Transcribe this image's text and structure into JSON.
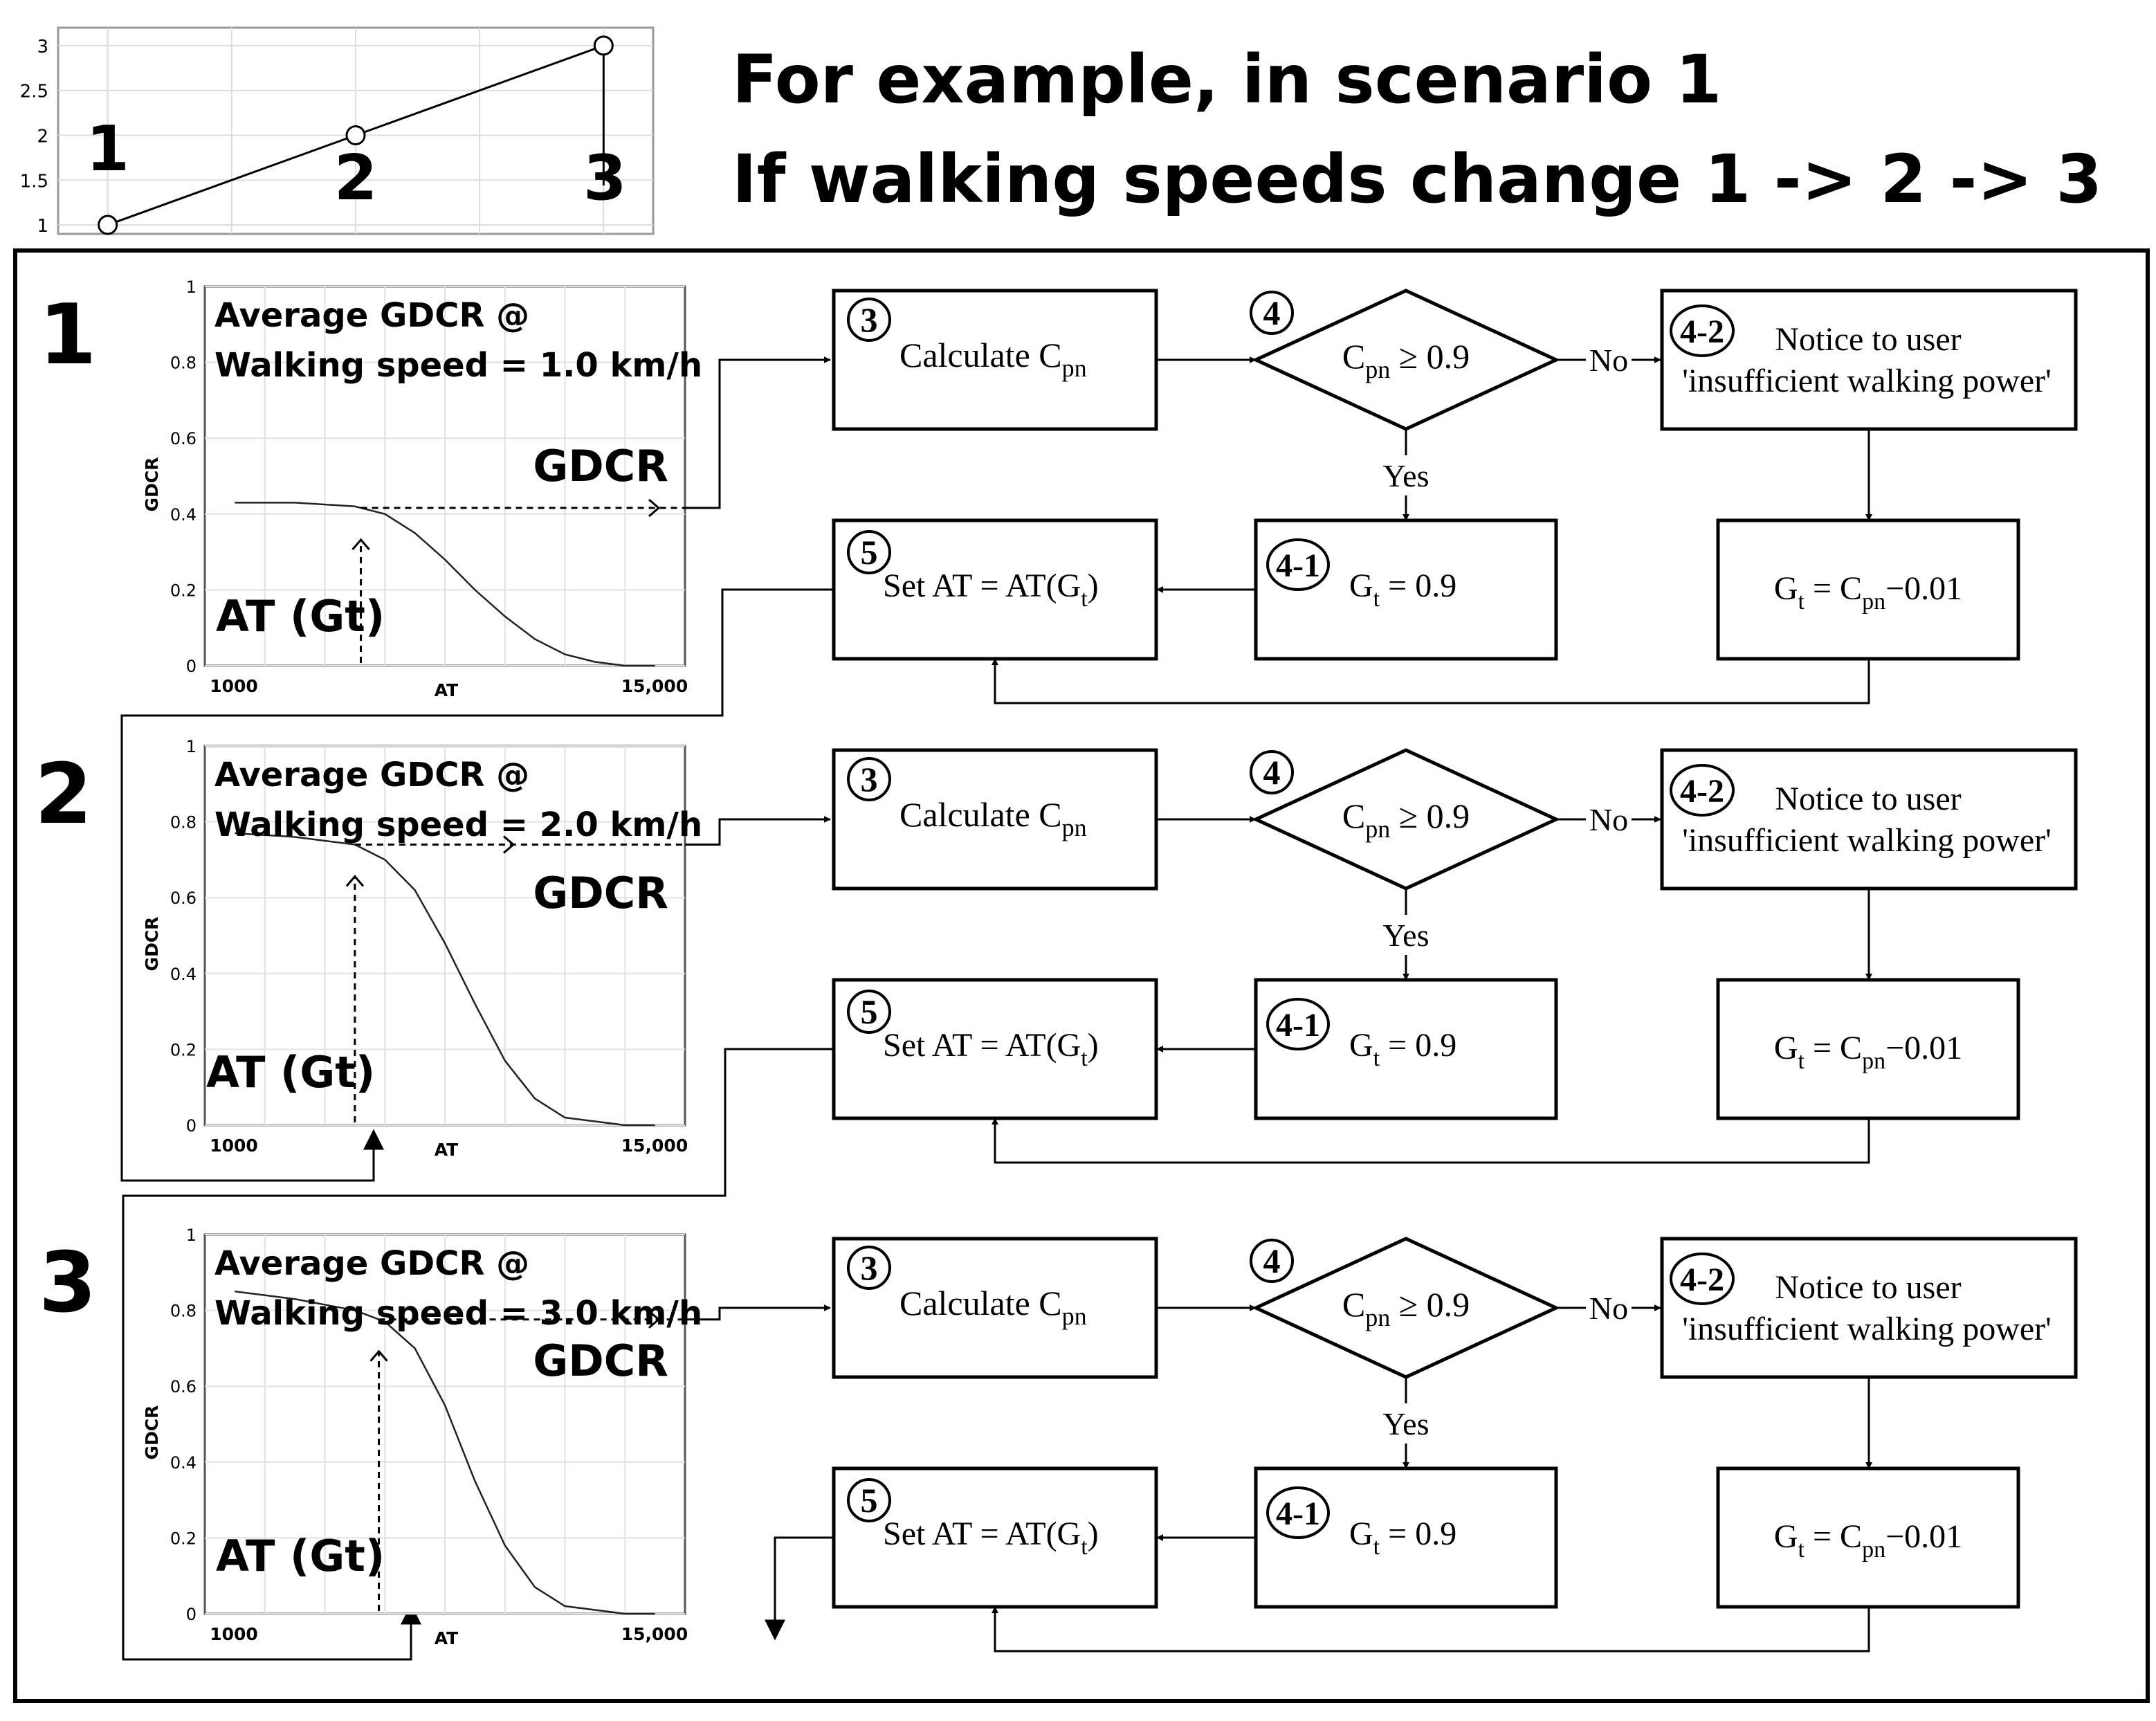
{
  "header": {
    "line1": "For example, in scenario 1",
    "line2": "If walking speeds change 1 -> 2 -> 3"
  },
  "mini_chart": {
    "yticks": [
      "3",
      "2.5",
      "2",
      "1.5",
      "1"
    ],
    "point_labels": [
      "1",
      "2",
      "3"
    ]
  },
  "chart_data": [
    {
      "type": "line",
      "x": [
        1,
        2,
        3,
        3
      ],
      "y": [
        1,
        2,
        3,
        3
      ],
      "ylim": [
        0.9,
        3.2
      ],
      "xlim": [
        0.8,
        3.2
      ],
      "yticks": [
        1,
        1.5,
        2,
        2.5,
        3
      ],
      "grid": true,
      "xlabel": "",
      "ylabel": "",
      "title": ""
    },
    {
      "type": "line",
      "title": "Average GDCR @ Walking speed = 1.0 km/h",
      "xlabel": "AT",
      "ylabel": "GDCR",
      "x": [
        1000,
        3000,
        5000,
        6000,
        7000,
        8000,
        9000,
        10000,
        11000,
        12000,
        13000,
        14000,
        15000
      ],
      "y": [
        0.43,
        0.43,
        0.42,
        0.4,
        0.35,
        0.28,
        0.2,
        0.13,
        0.07,
        0.03,
        0.01,
        0.0,
        0.0
      ],
      "xlim": [
        0,
        16000
      ],
      "ylim": [
        0,
        1
      ],
      "yticks": [
        0,
        0.2,
        0.4,
        0.6,
        0.8,
        1
      ],
      "xtick_labels": [
        "1000",
        "15,000"
      ],
      "grid": true
    },
    {
      "type": "line",
      "title": "Average GDCR @ Walking speed = 2.0 km/h",
      "xlabel": "AT",
      "ylabel": "GDCR",
      "x": [
        1000,
        3000,
        5000,
        6000,
        7000,
        8000,
        9000,
        10000,
        11000,
        12000,
        13000,
        14000,
        15000
      ],
      "y": [
        0.77,
        0.76,
        0.74,
        0.7,
        0.62,
        0.48,
        0.32,
        0.17,
        0.07,
        0.02,
        0.01,
        0.0,
        0.0
      ],
      "xlim": [
        0,
        16000
      ],
      "ylim": [
        0,
        1
      ],
      "yticks": [
        0,
        0.2,
        0.4,
        0.6,
        0.8,
        1
      ],
      "xtick_labels": [
        "1000",
        "15,000"
      ],
      "grid": true
    },
    {
      "type": "line",
      "title": "Average GDCR @ Walking speed = 3.0 km/h",
      "xlabel": "AT",
      "ylabel": "GDCR",
      "x": [
        1000,
        3000,
        5000,
        6000,
        7000,
        8000,
        9000,
        10000,
        11000,
        12000,
        13000,
        14000,
        15000
      ],
      "y": [
        0.85,
        0.83,
        0.8,
        0.77,
        0.7,
        0.55,
        0.35,
        0.18,
        0.07,
        0.02,
        0.01,
        0.0,
        0.0
      ],
      "xlim": [
        0,
        16000
      ],
      "ylim": [
        0,
        1
      ],
      "yticks": [
        0,
        0.2,
        0.4,
        0.6,
        0.8,
        1
      ],
      "xtick_labels": [
        "1000",
        "15,000"
      ],
      "grid": true
    }
  ],
  "rows": [
    {
      "number": "1",
      "chart_title_line1": "Average GDCR @",
      "chart_title_line2": "Walking speed = 1.0 km/h",
      "gdcr_label": "GDCR",
      "at_label": "AT (Gt)",
      "yaxis_label": "GDCR",
      "xaxis_label": "AT",
      "x_tick_left": "1000",
      "x_tick_right": "15,000",
      "yticks": [
        "0",
        "0.2",
        "0.4",
        "0.6",
        "0.8",
        "1"
      ],
      "at_marker": 5200,
      "step3_num": "3",
      "step3_text": "Calculate C",
      "step3_sub": "pn",
      "step4_num": "4",
      "step4_c": "C",
      "step4_sub": "pn",
      "step4_cond": " ≥ 0.9",
      "no_label": "No",
      "yes_label": "Yes",
      "step42_num": "4-2",
      "step42_line1": "Notice to user",
      "step42_line2": "'insufficient walking power'",
      "step5_num": "5",
      "step5_pre": "Set AT = AT(G",
      "step5_sub": "t",
      "step5_post": ")",
      "step41_num": "4-1",
      "step41_g": "G",
      "step41_sub": "t",
      "step41_val": " = 0.9",
      "stepg_g": "G",
      "stepg_sub1": "t",
      "stepg_mid": " = C",
      "stepg_sub2": "pn",
      "stepg_post": "−0.01"
    },
    {
      "number": "2",
      "chart_title_line1": "Average GDCR @",
      "chart_title_line2": "Walking speed = 2.0 km/h",
      "gdcr_label": "GDCR",
      "at_label": "AT (Gt)",
      "yaxis_label": "GDCR",
      "xaxis_label": "AT",
      "x_tick_left": "1000",
      "x_tick_right": "15,000",
      "yticks": [
        "0",
        "0.2",
        "0.4",
        "0.6",
        "0.8",
        "1"
      ],
      "at_marker": 5000,
      "step3_num": "3",
      "step3_text": "Calculate C",
      "step3_sub": "pn",
      "step4_num": "4",
      "step4_c": "C",
      "step4_sub": "pn",
      "step4_cond": " ≥ 0.9",
      "no_label": "No",
      "yes_label": "Yes",
      "step42_num": "4-2",
      "step42_line1": "Notice to user",
      "step42_line2": "'insufficient walking power'",
      "step5_num": "5",
      "step5_pre": "Set AT = AT(G",
      "step5_sub": "t",
      "step5_post": ")",
      "step41_num": "4-1",
      "step41_g": "G",
      "step41_sub": "t",
      "step41_val": " = 0.9",
      "stepg_g": "G",
      "stepg_sub1": "t",
      "stepg_mid": " = C",
      "stepg_sub2": "pn",
      "stepg_post": "−0.01"
    },
    {
      "number": "3",
      "chart_title_line1": "Average GDCR @",
      "chart_title_line2": "Walking speed = 3.0 km/h",
      "gdcr_label": "GDCR",
      "at_label": "AT (Gt)",
      "yaxis_label": "GDCR",
      "xaxis_label": "AT",
      "x_tick_left": "1000",
      "x_tick_right": "15,000",
      "yticks": [
        "0",
        "0.2",
        "0.4",
        "0.6",
        "0.8",
        "1"
      ],
      "at_marker": 5800,
      "step3_num": "3",
      "step3_text": "Calculate C",
      "step3_sub": "pn",
      "step4_num": "4",
      "step4_c": "C",
      "step4_sub": "pn",
      "step4_cond": " ≥ 0.9",
      "no_label": "No",
      "yes_label": "Yes",
      "step42_num": "4-2",
      "step42_line1": "Notice to user",
      "step42_line2": "'insufficient walking power'",
      "step5_num": "5",
      "step5_pre": "Set AT = AT(G",
      "step5_sub": "t",
      "step5_post": ")",
      "step41_num": "4-1",
      "step41_g": "G",
      "step41_sub": "t",
      "step41_val": " = 0.9",
      "stepg_g": "G",
      "stepg_sub1": "t",
      "stepg_mid": " = C",
      "stepg_sub2": "pn",
      "stepg_post": "−0.01"
    }
  ]
}
